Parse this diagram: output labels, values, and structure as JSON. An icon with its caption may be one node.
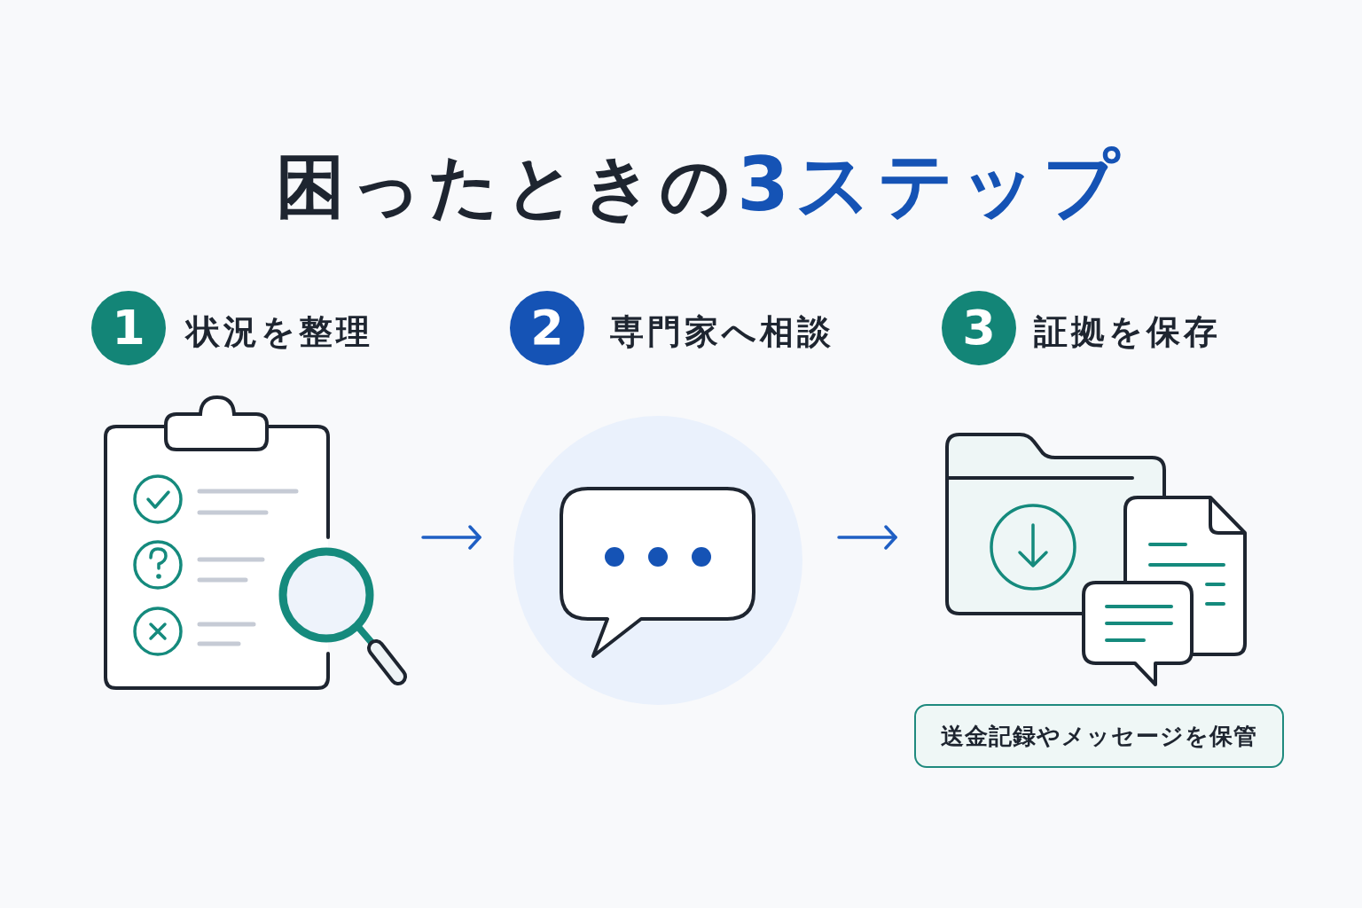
{
  "diagram": {
    "title": "困ったときの**3ステップ**",
    "nodes": [
      {
        "text": [
          "1"
        ],
        "beside": [
          "状況を整理"
        ]
      },
      {
        "text": [],
        "shape": "picture"
      },
      {
        "text": [
          "2"
        ],
        "beside": [
          "専門家へ相談"
        ]
      },
      {
        "text": [],
        "shape": "picture"
      },
      {
        "text": [
          "3"
        ],
        "beside": [
          "証拠を保存"
        ]
      },
      {
        "text": [],
        "shape": "picture"
      },
      {
        "text": [
          "送金記録やメッセージを保管"
        ]
      }
    ],
    "edges": [
      {
        "from": 1,
        "to": 3,
        "arrow": "to"
      },
      {
        "from": 3,
        "to": 5,
        "arrow": "to"
      }
    ]
  }
}
